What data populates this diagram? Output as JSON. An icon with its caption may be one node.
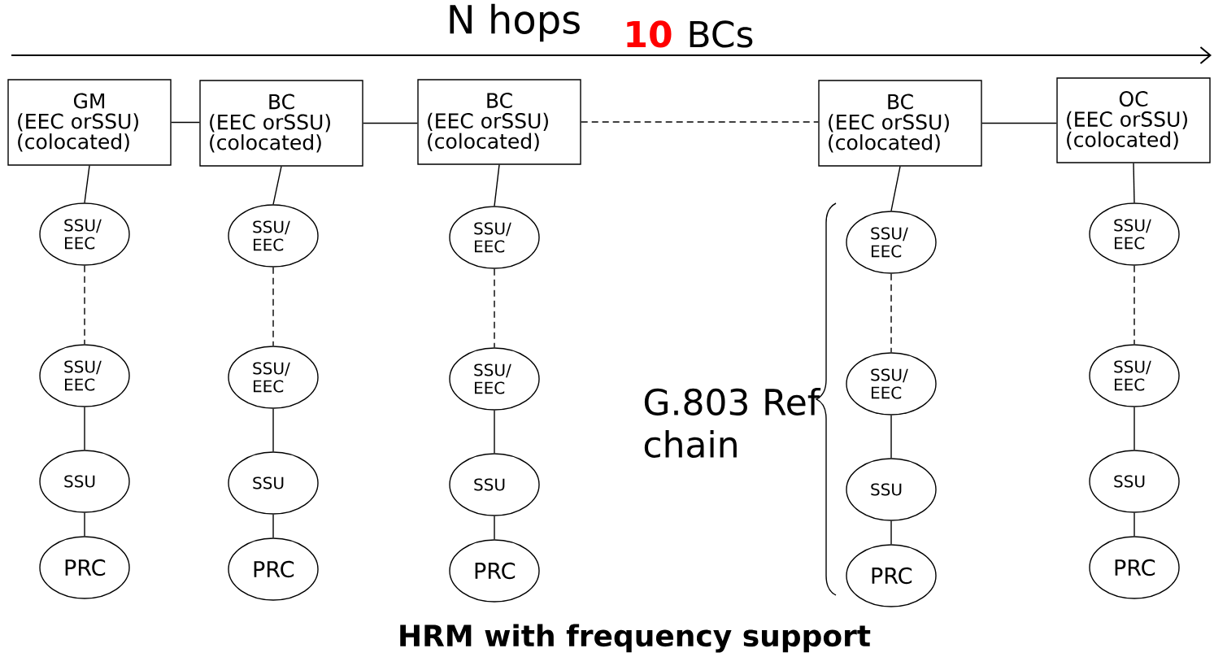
{
  "diagram": {
    "title": "HRM with frequency support",
    "nodes": [
      {
        "text": [
          "GM",
          "(EEC orSSU)",
          "(colocated)"
        ]
      },
      {
        "text": [
          "BC",
          "(EEC orSSU)",
          "(colocated)"
        ]
      },
      {
        "text": [
          "BC",
          "(EEC orSSU)",
          "(colocated)"
        ]
      },
      {
        "text": [
          "BC",
          "(EEC orSSU)",
          "(colocated)"
        ]
      },
      {
        "text": [
          "OC",
          "(EEC orSSU)",
          "(colocated)"
        ]
      },
      {
        "text": [
          "SSU/ EEC"
        ]
      },
      {
        "text": [
          "SSU/ EEC"
        ]
      },
      {
        "text": [
          "SSU"
        ]
      },
      {
        "text": [
          "PRC"
        ]
      },
      {
        "text": [
          "SSU/ EEC"
        ]
      },
      {
        "text": [
          "SSU/ EEC"
        ]
      },
      {
        "text": [
          "SSU"
        ]
      },
      {
        "text": [
          "PRC"
        ]
      },
      {
        "text": [
          "SSU/ EEC"
        ]
      },
      {
        "text": [
          "SSU/ EEC"
        ]
      },
      {
        "text": [
          "SSU"
        ]
      },
      {
        "text": [
          "PRC"
        ]
      },
      {
        "text": [
          "SSU/ EEC"
        ]
      },
      {
        "text": [
          "SSU/ EEC"
        ]
      },
      {
        "text": [
          "SSU"
        ]
      },
      {
        "text": [
          "PRC"
        ]
      },
      {
        "text": [
          "SSU/ EEC"
        ]
      },
      {
        "text": [
          "SSU/ EEC"
        ]
      },
      {
        "text": [
          "SSU"
        ]
      },
      {
        "text": [
          "PRC"
        ]
      }
    ],
    "edges": [
      {
        "from": 0,
        "to": 1,
        "arrow": "none"
      },
      {
        "from": 1,
        "to": 2,
        "arrow": "none"
      },
      {
        "from": 2,
        "to": 3,
        "arrow": "none",
        "style": "dashed"
      },
      {
        "from": 3,
        "to": 4,
        "arrow": "none"
      },
      {
        "from": 0,
        "to": 5,
        "arrow": "none"
      },
      {
        "from": 5,
        "to": 6,
        "arrow": "none",
        "style": "dashed"
      },
      {
        "from": 6,
        "to": 7,
        "arrow": "none"
      },
      {
        "from": 7,
        "to": 8,
        "arrow": "none"
      },
      {
        "from": 1,
        "to": 9,
        "arrow": "none"
      },
      {
        "from": 9,
        "to": 10,
        "arrow": "none",
        "style": "dashed"
      },
      {
        "from": 10,
        "to": 11,
        "arrow": "none"
      },
      {
        "from": 11,
        "to": 12,
        "arrow": "none"
      },
      {
        "from": 2,
        "to": 13,
        "arrow": "none"
      },
      {
        "from": 13,
        "to": 14,
        "arrow": "none",
        "style": "dashed"
      },
      {
        "from": 14,
        "to": 15,
        "arrow": "none"
      },
      {
        "from": 15,
        "to": 16,
        "arrow": "none"
      },
      {
        "from": 3,
        "to": 17,
        "arrow": "none"
      },
      {
        "from": 17,
        "to": 18,
        "arrow": "none",
        "style": "dashed"
      },
      {
        "from": 18,
        "to": 19,
        "arrow": "none"
      },
      {
        "from": 19,
        "to": 20,
        "arrow": "none"
      },
      {
        "from": 4,
        "to": 21,
        "arrow": "none"
      },
      {
        "from": 21,
        "to": 22,
        "arrow": "none",
        "style": "dashed"
      },
      {
        "from": 22,
        "to": 23,
        "arrow": "none"
      },
      {
        "from": 23,
        "to": 24,
        "arrow": "none"
      }
    ],
    "labels": [
      "N hops",
      "10",
      "BCs",
      "G.803 Ref chain"
    ]
  }
}
